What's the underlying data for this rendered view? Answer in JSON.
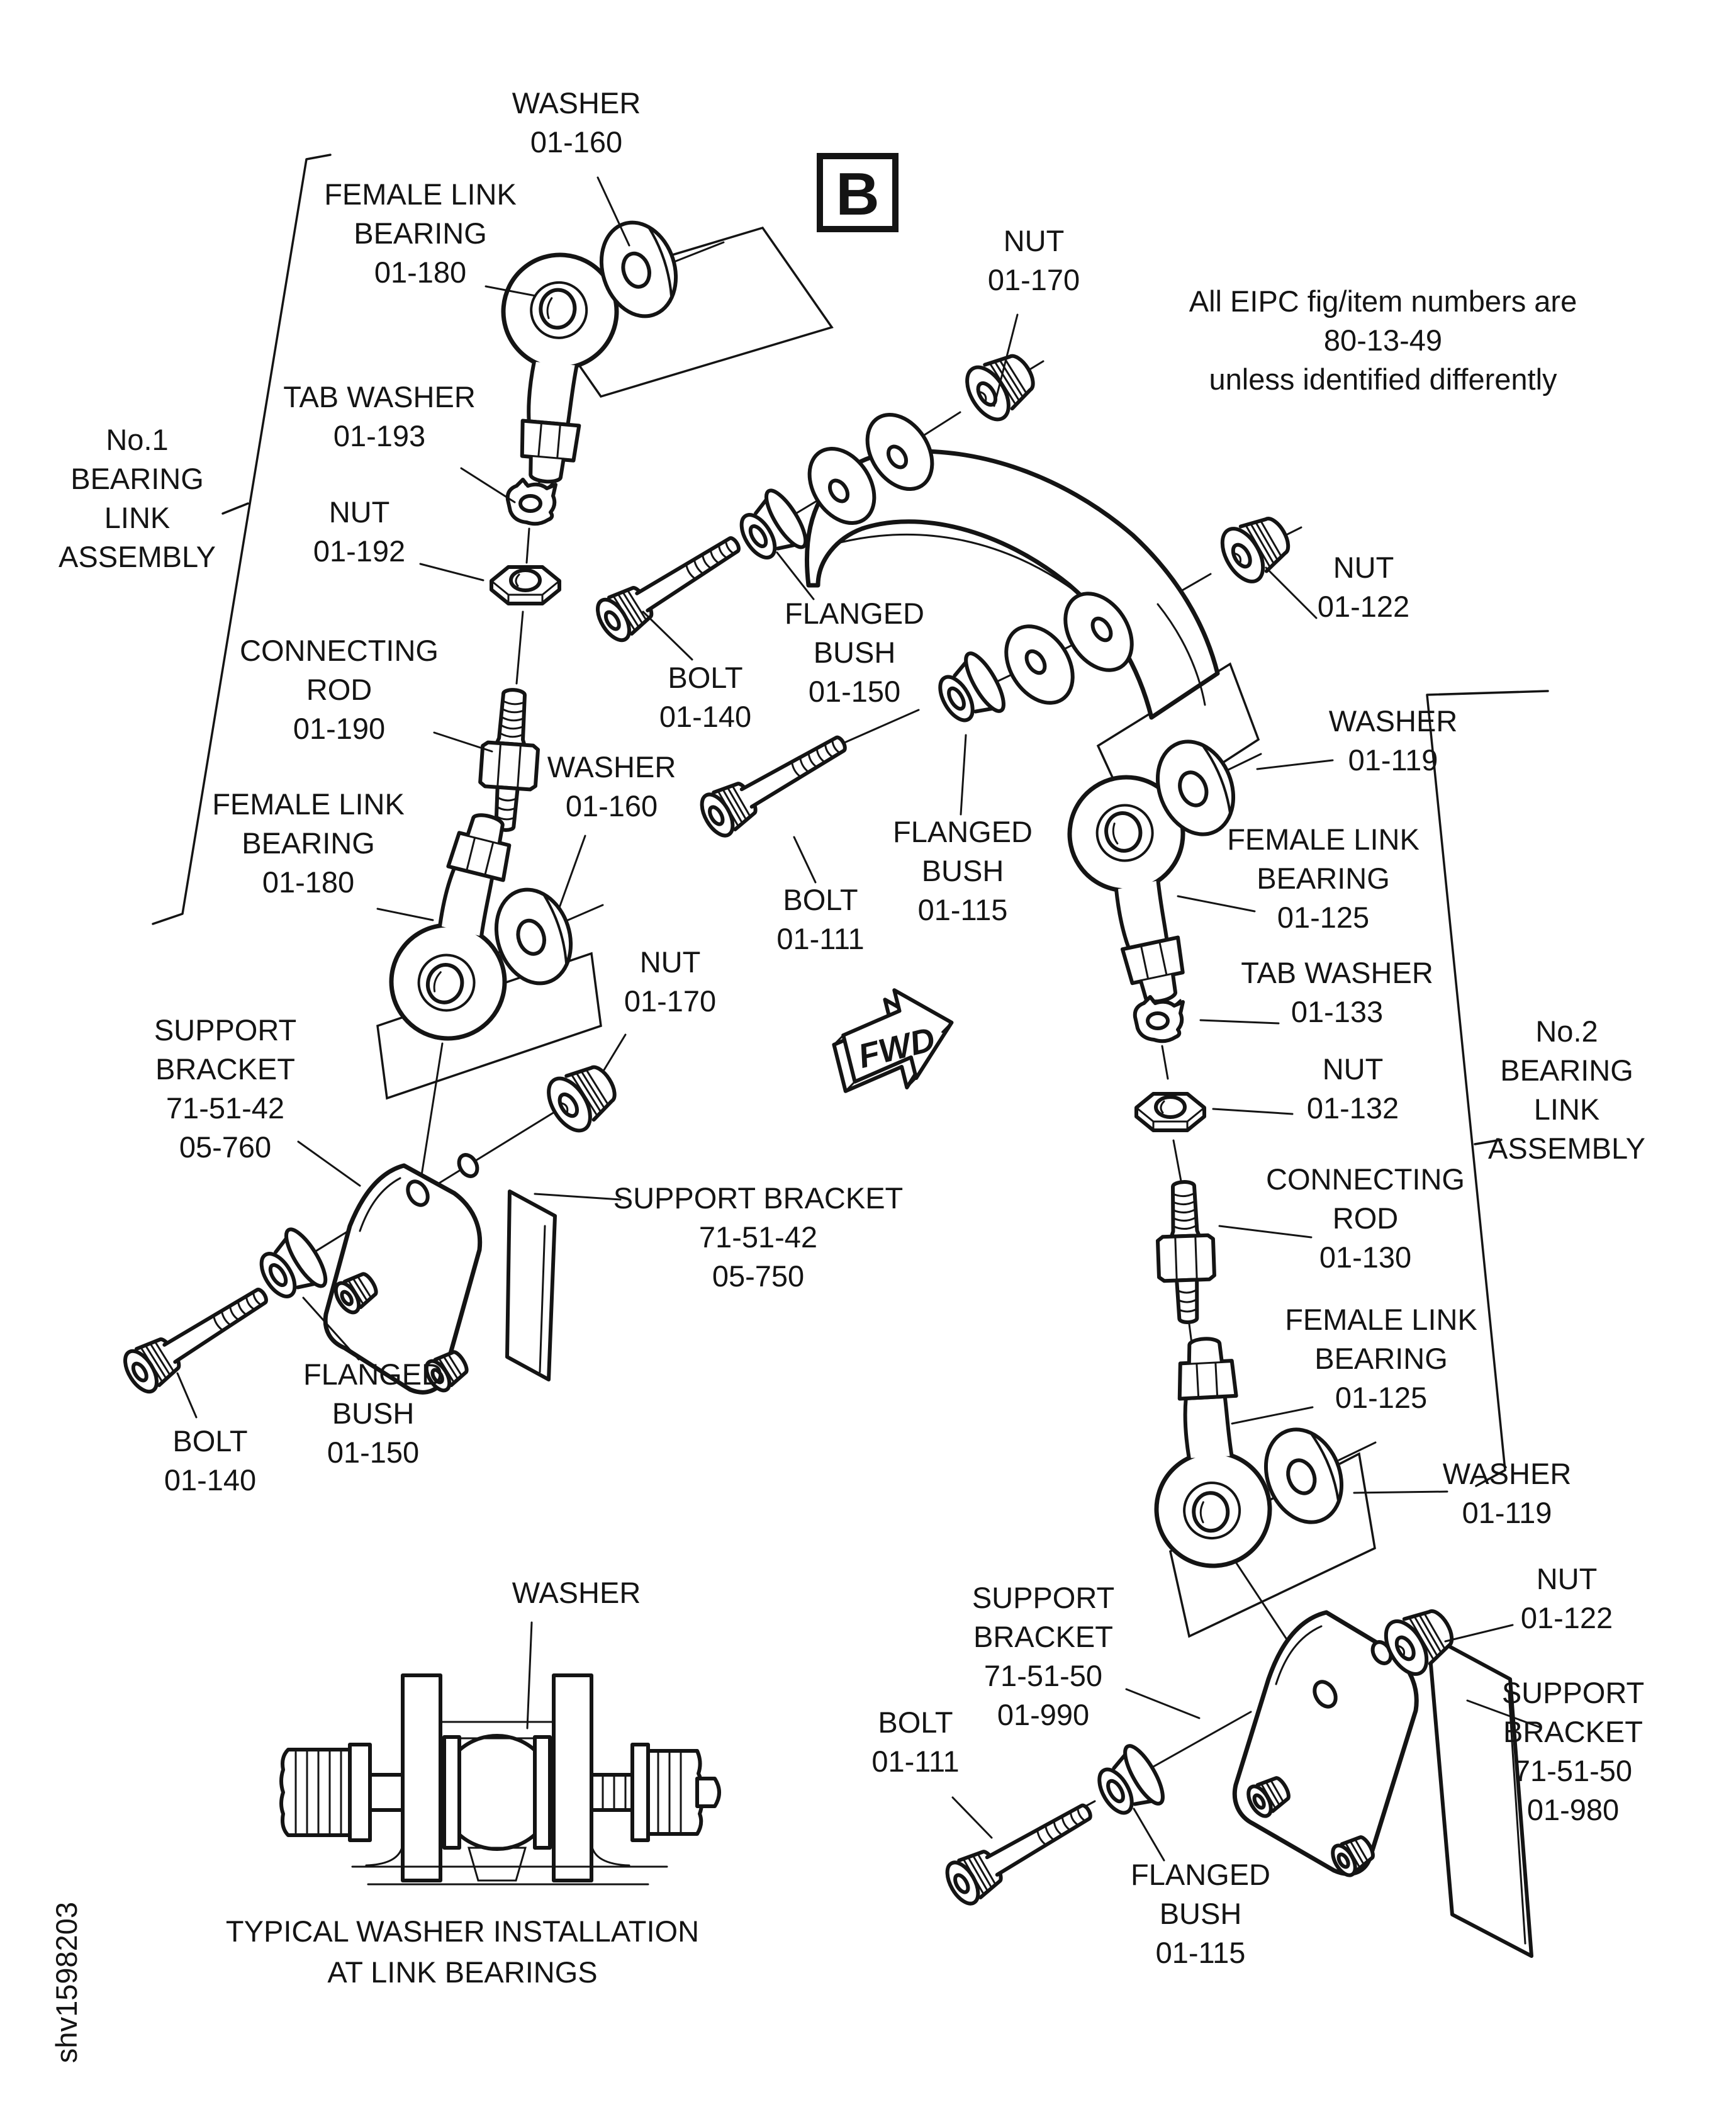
{
  "figure": {
    "detail_marker": "B",
    "note_lines": [
      "All EIPC fig/item numbers are",
      "80-13-49",
      "unless identified differently"
    ],
    "direction_arrow": "FWD",
    "drawing_number": "shv1598203",
    "inset_label": "WASHER",
    "inset_caption_lines": [
      "TYPICAL WASHER INSTALLATION",
      "AT LINK BEARINGS"
    ]
  },
  "colors": {
    "ink": "#141414",
    "paper": "#ffffff"
  },
  "assemblies": {
    "no1": {
      "lines": [
        "No.1",
        "BEARING",
        "LINK",
        "ASSEMBLY"
      ]
    },
    "no2": {
      "lines": [
        "No.2",
        "BEARING",
        "LINK",
        "ASSEMBLY"
      ]
    }
  },
  "parts": [
    {
      "id": "washer-01-160-top",
      "lines": [
        "WASHER",
        "01-160"
      ]
    },
    {
      "id": "female-link-bearing-01-180-top",
      "lines": [
        "FEMALE LINK",
        "BEARING",
        "01-180"
      ]
    },
    {
      "id": "nut-01-170-top",
      "lines": [
        "NUT",
        "01-170"
      ]
    },
    {
      "id": "tab-washer-01-193",
      "lines": [
        "TAB WASHER",
        "01-193"
      ]
    },
    {
      "id": "nut-01-192",
      "lines": [
        "NUT",
        "01-192"
      ]
    },
    {
      "id": "connecting-rod-01-190",
      "lines": [
        "CONNECTING",
        "ROD",
        "01-190"
      ]
    },
    {
      "id": "bolt-01-140-top",
      "lines": [
        "BOLT",
        "01-140"
      ]
    },
    {
      "id": "flanged-bush-01-150-top",
      "lines": [
        "FLANGED",
        "BUSH",
        "01-150"
      ]
    },
    {
      "id": "nut-01-122-top",
      "lines": [
        "NUT",
        "01-122"
      ]
    },
    {
      "id": "washer-01-119-top",
      "lines": [
        "WASHER",
        "01-119"
      ]
    },
    {
      "id": "bolt-01-111-top",
      "lines": [
        "BOLT",
        "01-111"
      ]
    },
    {
      "id": "flanged-bush-01-115-top",
      "lines": [
        "FLANGED",
        "BUSH",
        "01-115"
      ]
    },
    {
      "id": "female-link-bearing-01-125-top",
      "lines": [
        "FEMALE LINK",
        "BEARING",
        "01-125"
      ]
    },
    {
      "id": "washer-01-160-mid",
      "lines": [
        "WASHER",
        "01-160"
      ]
    },
    {
      "id": "female-link-bearing-01-180-mid",
      "lines": [
        "FEMALE LINK",
        "BEARING",
        "01-180"
      ]
    },
    {
      "id": "nut-01-170-mid",
      "lines": [
        "NUT",
        "01-170"
      ]
    },
    {
      "id": "support-bracket-05-760",
      "lines": [
        "SUPPORT",
        "BRACKET",
        "71-51-42",
        "05-760"
      ]
    },
    {
      "id": "support-bracket-05-750",
      "lines": [
        "SUPPORT BRACKET",
        "71-51-42",
        "05-750"
      ]
    },
    {
      "id": "tab-washer-01-133",
      "lines": [
        "TAB WASHER",
        "01-133"
      ]
    },
    {
      "id": "nut-01-132",
      "lines": [
        "NUT",
        "01-132"
      ]
    },
    {
      "id": "connecting-rod-01-130",
      "lines": [
        "CONNECTING",
        "ROD",
        "01-130"
      ]
    },
    {
      "id": "female-link-bearing-01-125-low",
      "lines": [
        "FEMALE LINK",
        "BEARING",
        "01-125"
      ]
    },
    {
      "id": "flanged-bush-01-150-low",
      "lines": [
        "FLANGED",
        "BUSH",
        "01-150"
      ]
    },
    {
      "id": "bolt-01-140-low",
      "lines": [
        "BOLT",
        "01-140"
      ]
    },
    {
      "id": "washer-01-119-low",
      "lines": [
        "WASHER",
        "01-119"
      ]
    },
    {
      "id": "nut-01-122-low",
      "lines": [
        "NUT",
        "01-122"
      ]
    },
    {
      "id": "support-bracket-01-990",
      "lines": [
        "SUPPORT",
        "BRACKET",
        "71-51-50",
        "01-990"
      ]
    },
    {
      "id": "bolt-01-111-low",
      "lines": [
        "BOLT",
        "01-111"
      ]
    },
    {
      "id": "support-bracket-01-980",
      "lines": [
        "SUPPORT",
        "BRACKET",
        "71-51-50",
        "01-980"
      ]
    },
    {
      "id": "flanged-bush-01-115-low",
      "lines": [
        "FLANGED",
        "BUSH",
        "01-115"
      ]
    }
  ]
}
